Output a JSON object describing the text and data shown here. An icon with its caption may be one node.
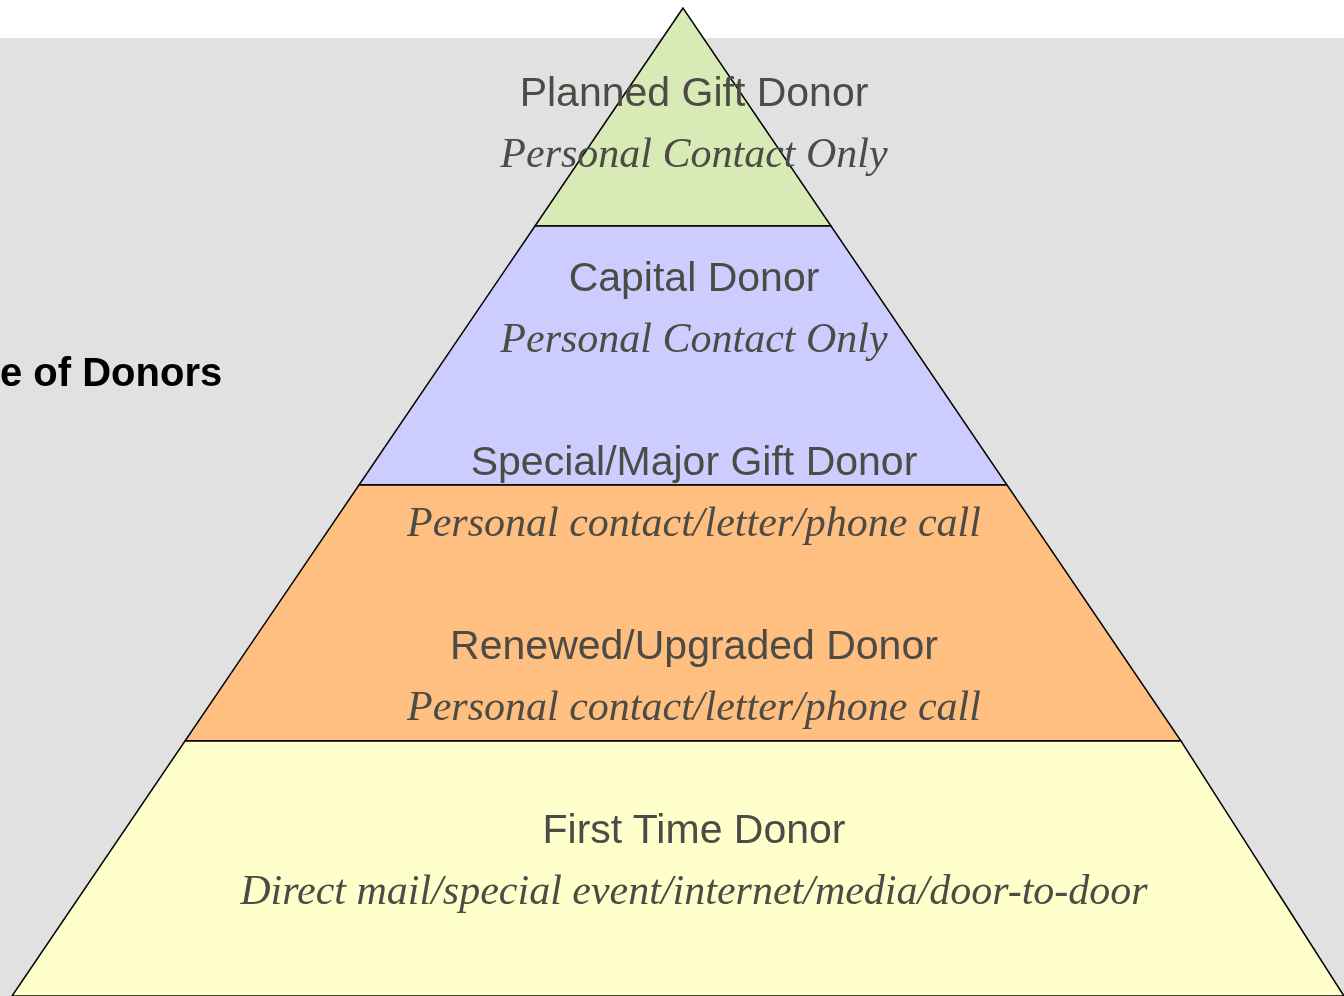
{
  "diagram": {
    "nodes": [
      {
        "text": [
          "Planned Gift Donor",
          "Personal Contact Only"
        ]
      },
      {
        "text": [
          "Capital Donor",
          "Personal Contact Only",
          "Special/Major Gift Donor"
        ]
      },
      {
        "text": [
          "Personal contact/letter/phone call",
          "Renewed/Upgraded Donor",
          "Personal contact/letter/phone call"
        ]
      },
      {
        "text": [
          "First Time Donor",
          "Direct mail/special event/internet/media/door-to-door"
        ]
      }
    ],
    "edges": [],
    "labels": [
      "e of Donors"
    ]
  }
}
